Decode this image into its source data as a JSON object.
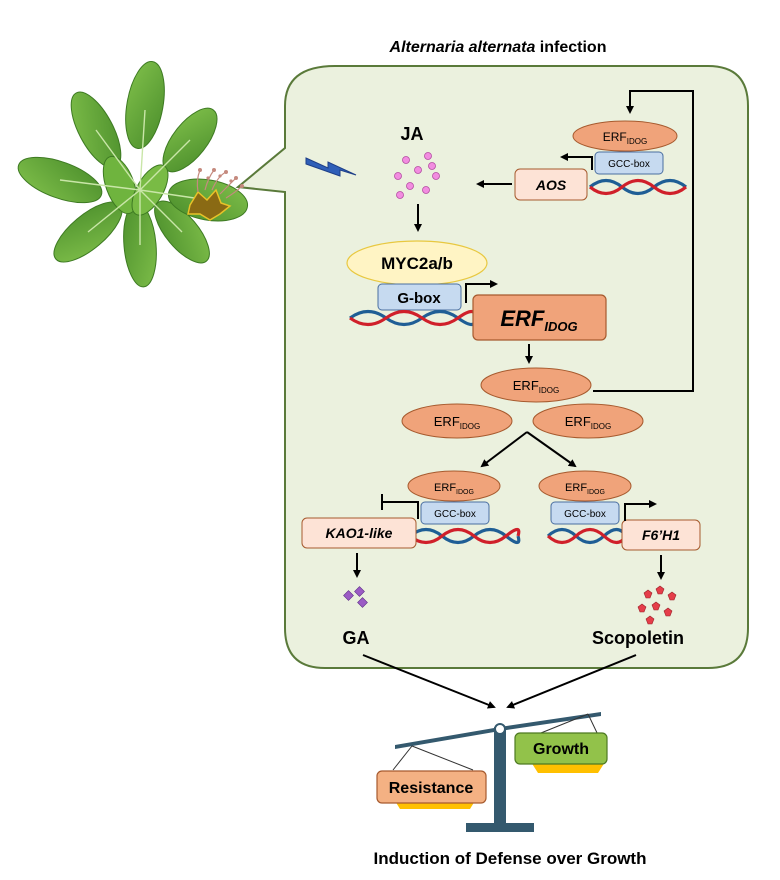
{
  "title_italic": "Alternaria alternata",
  "title_rest": " infection",
  "hormones": {
    "ja": "JA",
    "ga": "GA",
    "scopoletin": "Scopoletin"
  },
  "factors": {
    "myc": "MYC2a/b",
    "erf_base": "ERF",
    "erf_sub": "IDOG"
  },
  "promoters": {
    "gbox": "G-box",
    "gcc": "GCC-box"
  },
  "genes": {
    "aos": "AOS",
    "erf_base": "ERF",
    "erf_sub": "IDOG",
    "kao": "KAO1-like",
    "f6h1": "F6’H1"
  },
  "scale": {
    "resistance": "Resistance",
    "growth": "Growth"
  },
  "footer": "Induction of Defense over Growth",
  "colors": {
    "cell_fill": "#ebf1de",
    "cell_stroke": "#5a7a3a",
    "erf_fill": "#f0a37a",
    "gene_fill": "#fde3d6",
    "gcc_fill": "#c6daf0",
    "myc_fill": "#fff4c4",
    "ja_dots": "#f28ce0",
    "ga_dots": "#9b5bc4",
    "scopoletin_dots": "#e53e4a",
    "dna_red": "#d0202a",
    "dna_blue": "#1f5e95",
    "growth_fill": "#92c24a",
    "resistance_fill": "#f4b183",
    "beam": "#34596e"
  }
}
